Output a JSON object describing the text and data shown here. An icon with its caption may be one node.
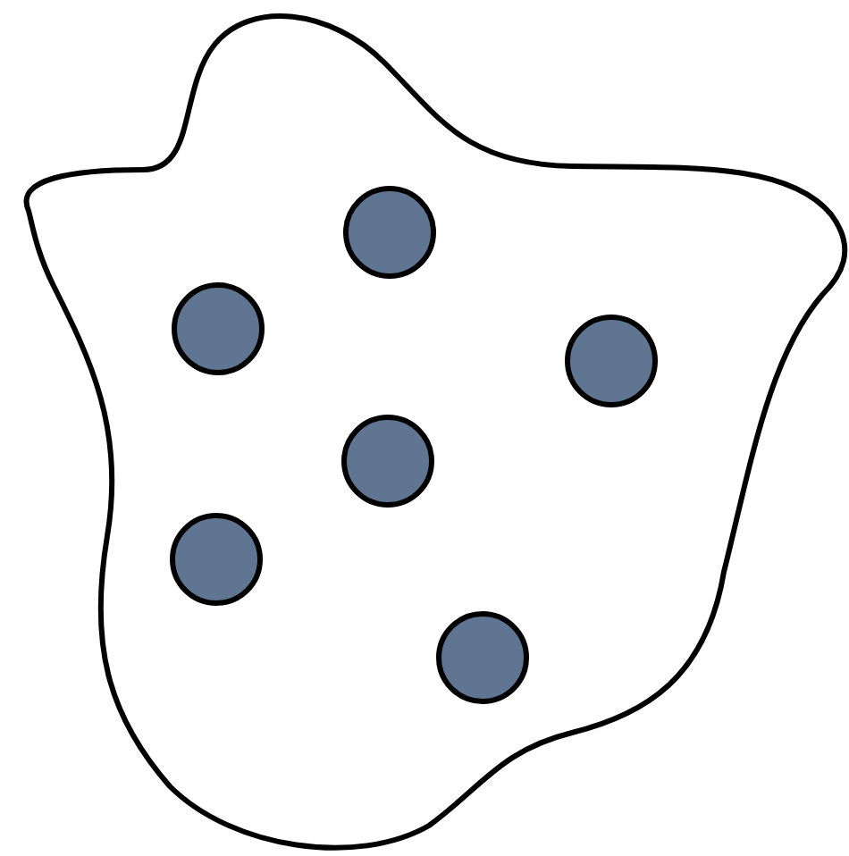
{
  "diagram": {
    "nodes": [
      {
        "text": [],
        "shape": "blob"
      },
      {
        "text": [],
        "shape": "circle",
        "in": 0
      },
      {
        "text": [],
        "shape": "circle",
        "in": 0
      },
      {
        "text": [],
        "shape": "circle",
        "in": 0
      },
      {
        "text": [],
        "shape": "circle",
        "in": 0
      },
      {
        "text": [],
        "shape": "circle",
        "in": 0
      },
      {
        "text": [],
        "shape": "circle",
        "in": 0
      }
    ]
  }
}
